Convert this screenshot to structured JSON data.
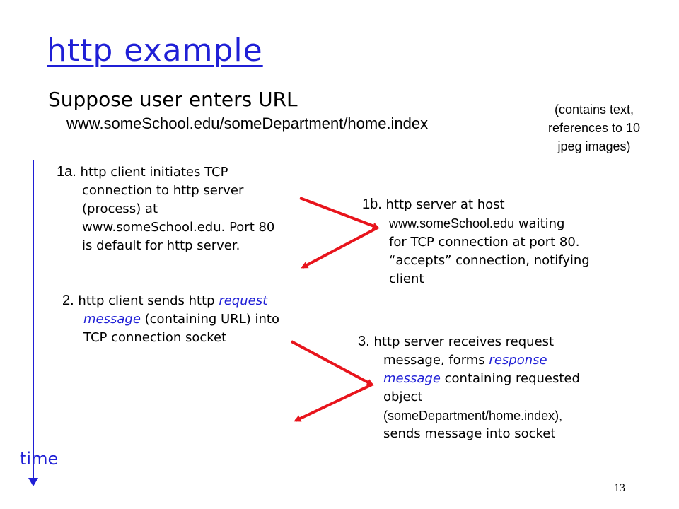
{
  "title": "http example",
  "subtitle": "Suppose user enters URL",
  "url": "www.someSchool.edu/someDepartment/home.index",
  "note": [
    "(contains text,",
    "references to 10",
    "jpeg images)"
  ],
  "step1a": {
    "num": "1a.",
    "line1": "http client initiates TCP",
    "line2": "connection to http server",
    "line3": "(process) at",
    "line4": "www.someSchool.edu. Port 80",
    "line5": "is default for http server."
  },
  "step1b": {
    "num": "1b.",
    "line1": "http server at host",
    "line2_host": "www.someSchool.edu",
    "line2_rest": "waiting",
    "line3": "for TCP connection at port 80.",
    "line4": "“accepts” connection, notifying",
    "line5": "client"
  },
  "step2": {
    "num": "2.",
    "line1_a": "http client sends http",
    "line1_b": "request",
    "line2_a": "message",
    "line2_b": "(containing URL) into",
    "line3": "TCP connection socket"
  },
  "step3": {
    "num": "3.",
    "line1": "http server receives request",
    "line2_a": "message, forms",
    "line2_b": "response",
    "line3_a": "message",
    "line3_b": "containing requested",
    "line4": "object",
    "line5": "(someDepartment/home.index),",
    "line6": "sends message into socket"
  },
  "time_label": "time",
  "page_number": "13",
  "colors": {
    "accent": "#1f1fd6",
    "arrow": "#e8141c"
  }
}
